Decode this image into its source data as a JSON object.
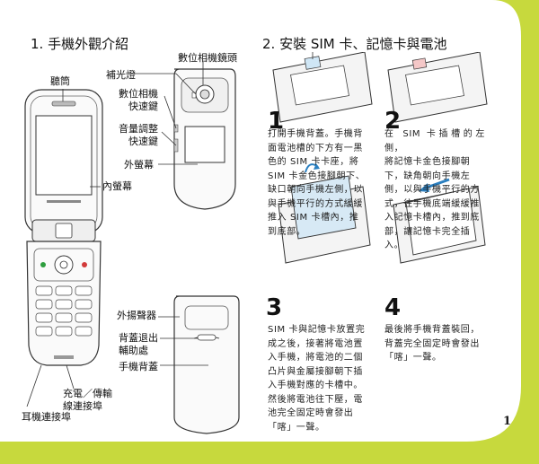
{
  "section1": {
    "title": "1. 手機外觀介紹",
    "labels": {
      "earpiece": "聽筒",
      "fill_light": "補光燈",
      "camera_lens": "數位相機鏡頭",
      "camera_key": "數位相機\n快速鍵",
      "volume_key": "音量調整\n快速鍵",
      "outer_screen": "外螢幕",
      "inner_screen": "內螢幕",
      "speaker": "外揚聲器",
      "cover_release": "背蓋退出\n輔助處",
      "back_cover": "手機背蓋",
      "charge_port": "充電／傳輸\n線連接埠",
      "headset_port": "耳機連接埠"
    }
  },
  "section2": {
    "title": "2. 安裝 SIM 卡、記憶卡與電池",
    "steps": [
      {
        "num": "1",
        "text": "打開手機背蓋。手機背\n面電池槽的下方有一黑\n色的 SIM 卡卡座，將\nSIM 卡金色接腳朝下、\n缺口朝向手機左側，以\n與手機平行的方式緩緩\n推入 SIM 卡槽內，推\n到底部。"
      },
      {
        "num": "2",
        "text": "在 SIM 卡插槽的左側，\n將記憶卡金色接腳朝\n下，缺角朝向手機左\n側，以與手機平行的方\n式，往手機底端緩緩推\n入記憶卡槽內，推到底\n部，讓記憶卡完全插\n入。"
      },
      {
        "num": "3",
        "text": "SIM 卡與記憶卡放置完\n成之後，接著將電池置\n入手機，將電池的二個\n凸片與金屬接腳朝下插\n入手機對應的卡槽中。\n然後將電池往下壓，電\n池完全固定時會發出\n「喀」一聲。"
      },
      {
        "num": "4",
        "text": "最後將手機背蓋裝回，\n背蓋完全固定時會發出\n「喀」一聲。"
      }
    ]
  },
  "page_number": "1",
  "colors": {
    "accent_green": "#c7d93d",
    "line": "#333333"
  }
}
